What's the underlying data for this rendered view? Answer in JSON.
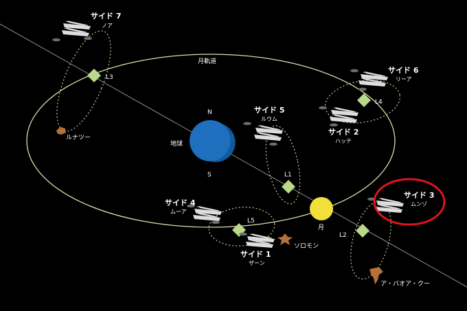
{
  "orbit_label": "月軌道",
  "earth": {
    "name": "地球",
    "north": "N",
    "south": "S"
  },
  "moon": {
    "name": "月"
  },
  "lagrange": {
    "l1": "L1",
    "l2": "L2",
    "l3": "L3",
    "l4": "L4",
    "l5": "L5"
  },
  "sides": [
    {
      "title": "サイド 1",
      "name": "ザーン"
    },
    {
      "title": "サイド 2",
      "name": "ハッテ"
    },
    {
      "title": "サイド 3",
      "name": "ムンゾ"
    },
    {
      "title": "サイド 4",
      "name": "ムーア"
    },
    {
      "title": "サイド 5",
      "name": "ルウム"
    },
    {
      "title": "サイド 6",
      "name": "リーア"
    },
    {
      "title": "サイド 7",
      "name": "ノア"
    }
  ],
  "objects": {
    "lunatsu": "ルナツー",
    "solomon": "ソロモン",
    "abaoaqu": "ア・バオア・クー"
  },
  "colors": {
    "orbit": "#e0e0b0",
    "lagrange": "#b9d98a",
    "earth": "#1f6fbf",
    "moon": "#f2e03a",
    "highlight": "#e0141e",
    "asteroid": "#b5713a"
  }
}
